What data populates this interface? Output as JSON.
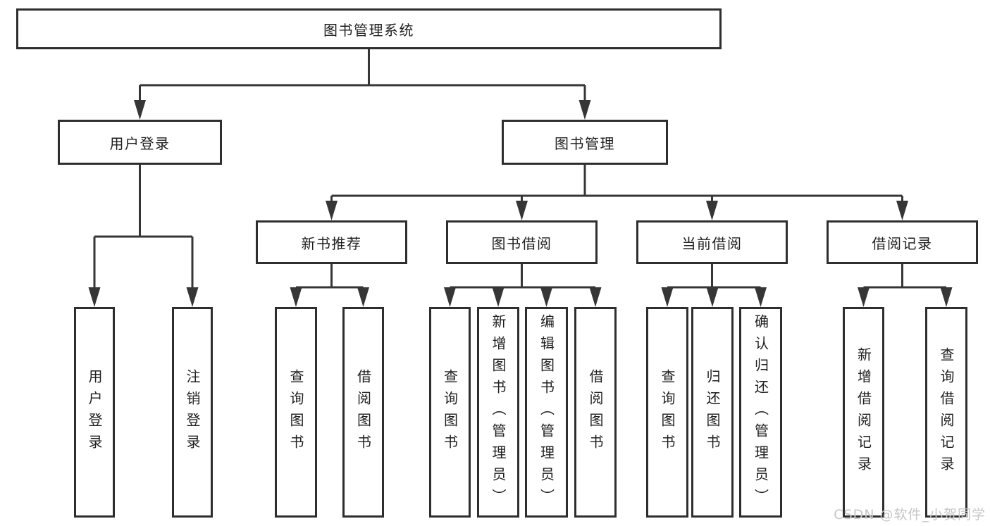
{
  "diagram": {
    "root": "图书管理系统",
    "level2": {
      "user_login": "用户登录",
      "book_mgmt": "图书管理"
    },
    "level3": {
      "new_books": "新书推荐",
      "borrow": "图书借阅",
      "current": "当前借阅",
      "records": "借阅记录"
    },
    "leaves": {
      "login_group": [
        "用户登录",
        "注销登录"
      ],
      "new_books_group": [
        "查询图书",
        "借阅图书"
      ],
      "borrow_group": [
        "查询图书",
        "新增图书（管理员）",
        "编辑图书（管理员）",
        "借阅图书"
      ],
      "current_group": [
        "查询图书",
        "归还图书",
        "确认归还（管理员）"
      ],
      "records_group": [
        "新增借阅记录",
        "查询借阅记录"
      ]
    }
  },
  "watermark": "CSDN @软件_小贺同学",
  "colors": {
    "line": "#363636",
    "box_border": "#2e2e2e",
    "text": "#1f1f1f",
    "watermark": "#c7c6c6",
    "background": "#ffffff"
  }
}
